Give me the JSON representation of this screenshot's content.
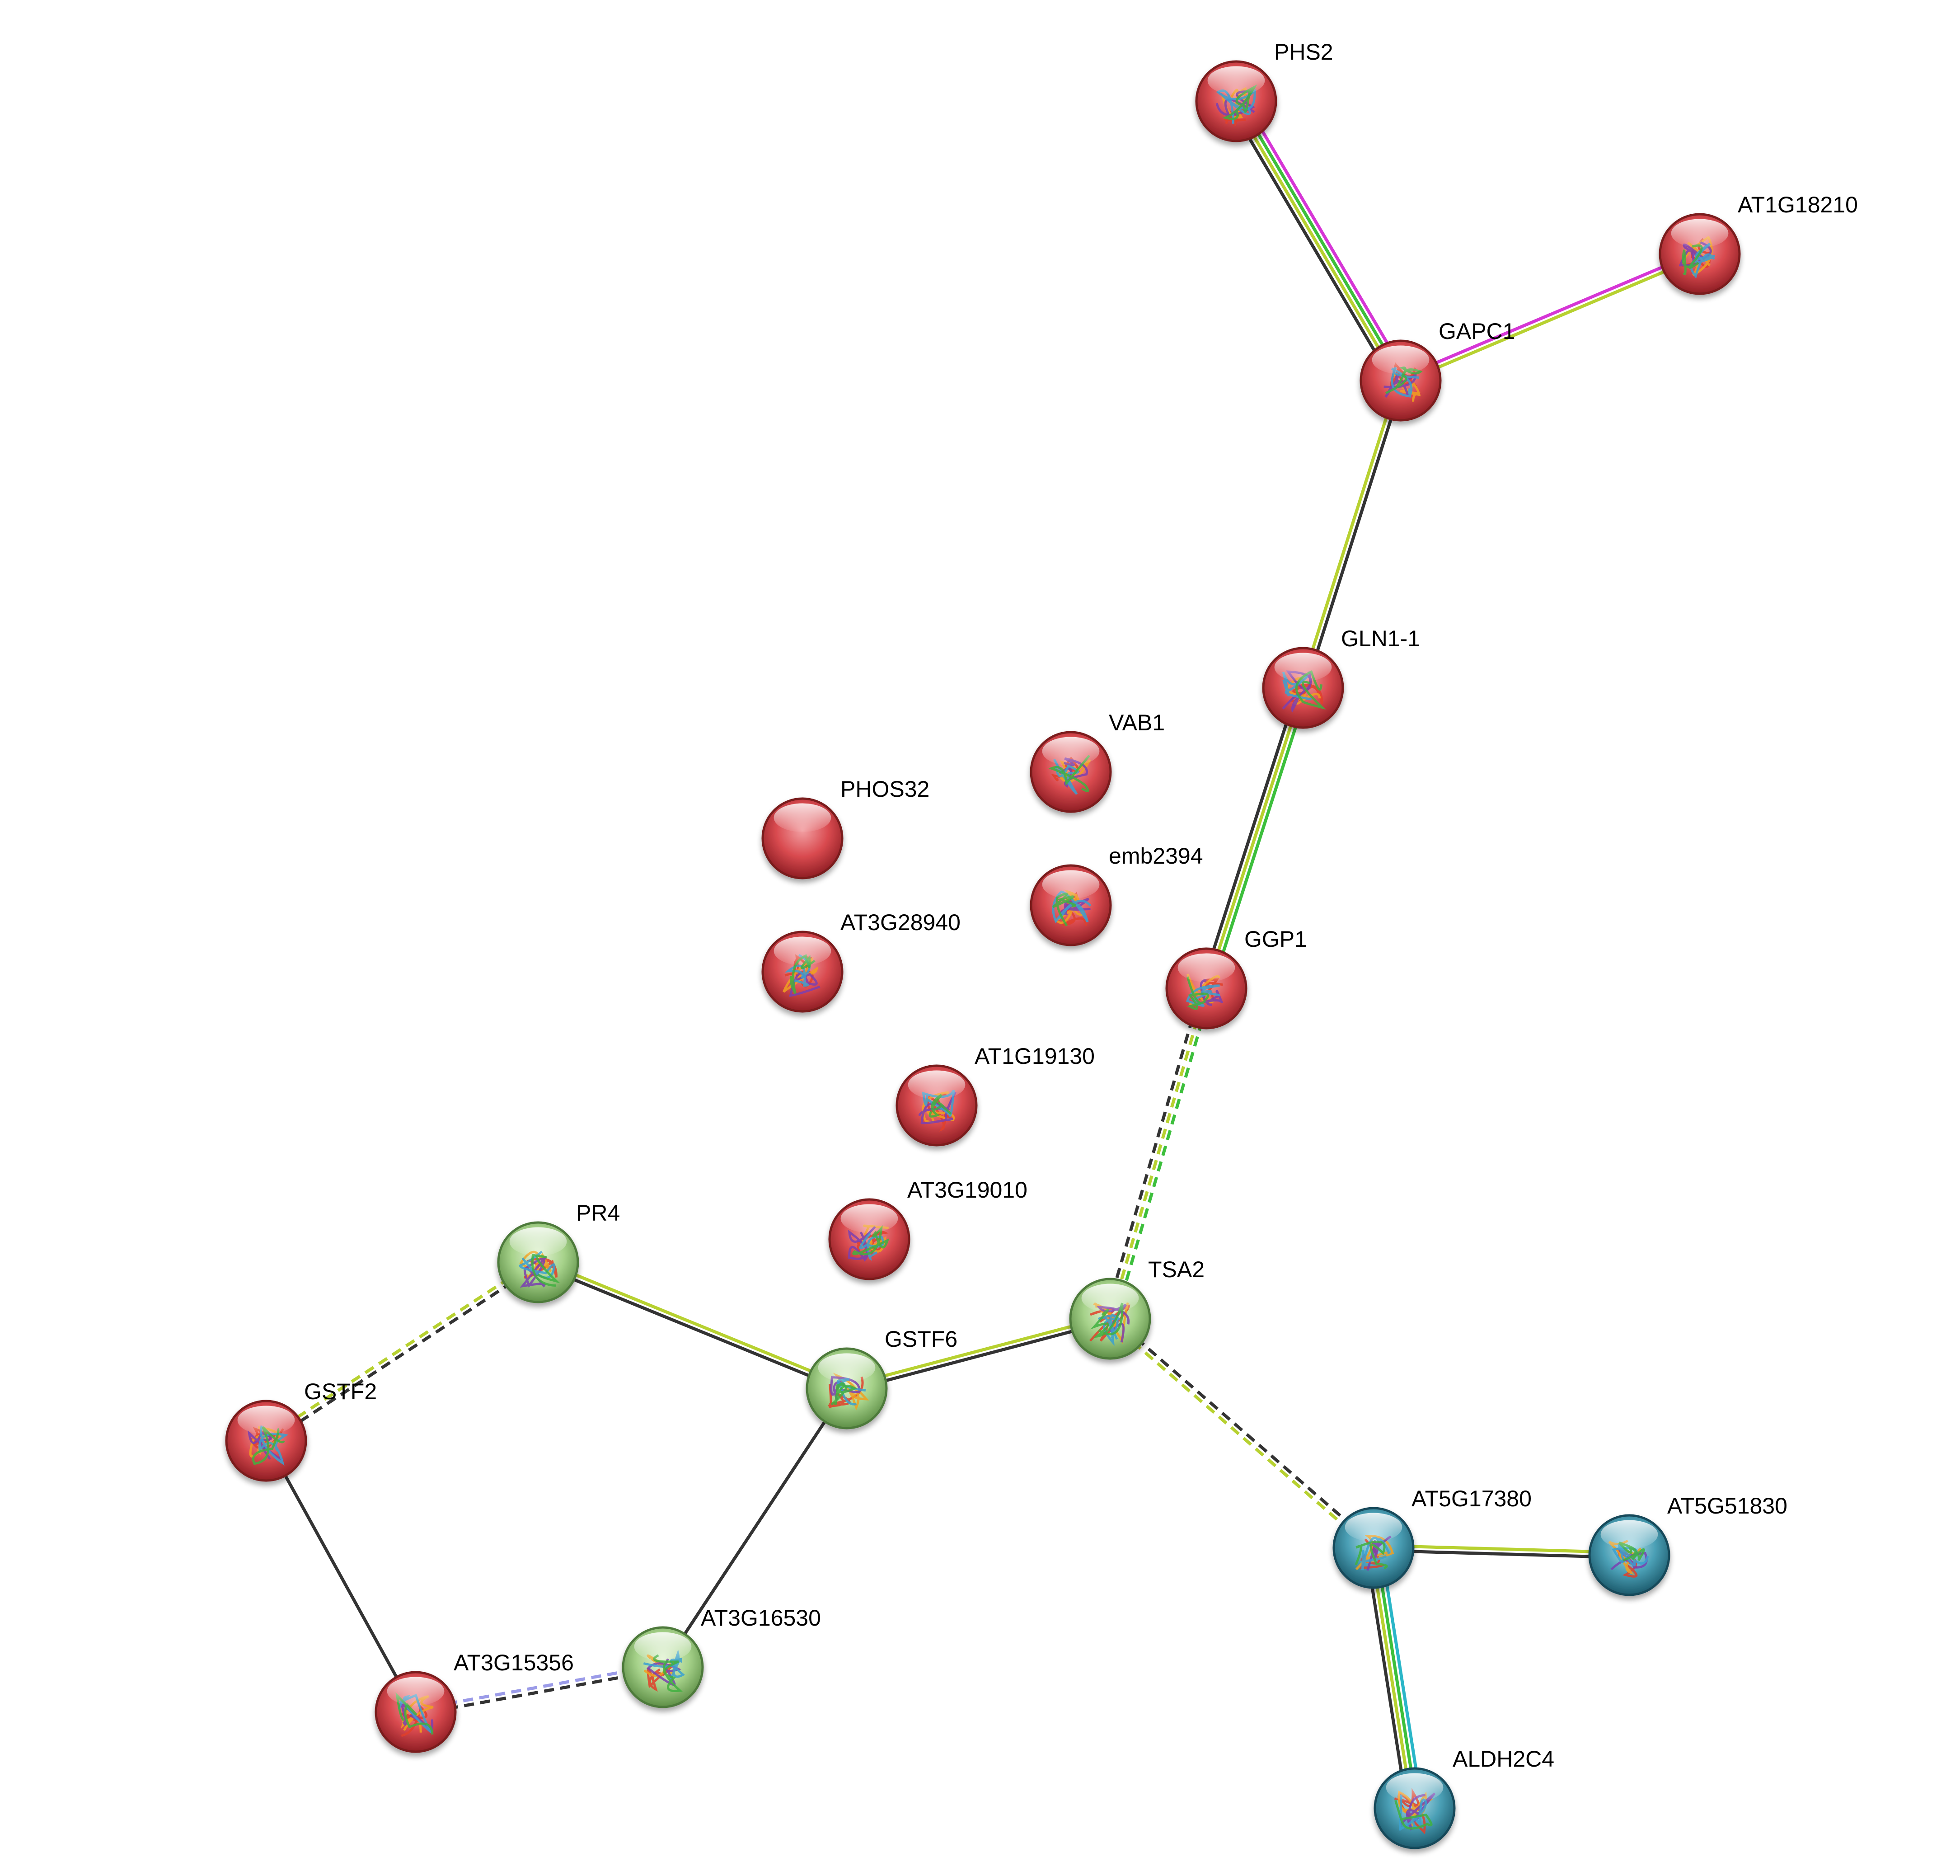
{
  "colors": {
    "red": "#d94a4f",
    "green": "#a6d28a",
    "blue": "#4a9fb5",
    "edge_black": "#333333",
    "edge_lime": "#b7d130",
    "edge_green": "#3cbf3c",
    "edge_magenta": "#d636d6",
    "edge_cyan": "#2ab6c8",
    "edge_lavender": "#9b9be8"
  },
  "nodes": [
    {
      "id": "PHS2",
      "label": "PHS2",
      "color": "red",
      "structure": true
    },
    {
      "id": "AT1G18210",
      "label": "AT1G18210",
      "color": "red",
      "structure": true
    },
    {
      "id": "GAPC1",
      "label": "GAPC1",
      "color": "red",
      "structure": true
    },
    {
      "id": "GLN1-1",
      "label": "GLN1-1",
      "color": "red",
      "structure": true
    },
    {
      "id": "VAB1",
      "label": "VAB1",
      "color": "red",
      "structure": true
    },
    {
      "id": "PHOS32",
      "label": "PHOS32",
      "color": "red",
      "structure": false
    },
    {
      "id": "emb2394",
      "label": "emb2394",
      "color": "red",
      "structure": true
    },
    {
      "id": "AT3G28940",
      "label": "AT3G28940",
      "color": "red",
      "structure": true
    },
    {
      "id": "GGP1",
      "label": "GGP1",
      "color": "red",
      "structure": true
    },
    {
      "id": "AT1G19130",
      "label": "AT1G19130",
      "color": "red",
      "structure": true
    },
    {
      "id": "AT3G19010",
      "label": "AT3G19010",
      "color": "red",
      "structure": true
    },
    {
      "id": "PR4",
      "label": "PR4",
      "color": "green",
      "structure": true
    },
    {
      "id": "TSA2",
      "label": "TSA2",
      "color": "green",
      "structure": true
    },
    {
      "id": "GSTF6",
      "label": "GSTF6",
      "color": "green",
      "structure": true
    },
    {
      "id": "GSTF2",
      "label": "GSTF2",
      "color": "red",
      "structure": true
    },
    {
      "id": "AT5G17380",
      "label": "AT5G17380",
      "color": "blue",
      "structure": true
    },
    {
      "id": "AT5G51830",
      "label": "AT5G51830",
      "color": "blue",
      "structure": true
    },
    {
      "id": "AT3G16530",
      "label": "AT3G16530",
      "color": "green",
      "structure": true
    },
    {
      "id": "AT3G15356",
      "label": "AT3G15356",
      "color": "red",
      "structure": true
    },
    {
      "id": "ALDH2C4",
      "label": "ALDH2C4",
      "color": "blue",
      "structure": true
    }
  ],
  "edges": [
    {
      "source": "PHS2",
      "target": "GAPC1",
      "colors": [
        "edge_magenta",
        "edge_green",
        "edge_lime",
        "edge_black"
      ],
      "dashed": false
    },
    {
      "source": "AT1G18210",
      "target": "GAPC1",
      "colors": [
        "edge_lime",
        "edge_magenta"
      ],
      "dashed": false
    },
    {
      "source": "GAPC1",
      "target": "GLN1-1",
      "colors": [
        "edge_black",
        "edge_lime"
      ],
      "dashed": false
    },
    {
      "source": "GLN1-1",
      "target": "GGP1",
      "colors": [
        "edge_green",
        "edge_lime",
        "edge_black"
      ],
      "dashed": false
    },
    {
      "source": "GGP1",
      "target": "TSA2",
      "colors": [
        "edge_green",
        "edge_lime",
        "edge_black"
      ],
      "dashed": true
    },
    {
      "source": "PR4",
      "target": "GSTF6",
      "colors": [
        "edge_lime",
        "edge_black"
      ],
      "dashed": false
    },
    {
      "source": "GSTF6",
      "target": "TSA2",
      "colors": [
        "edge_lime",
        "edge_black"
      ],
      "dashed": false
    },
    {
      "source": "PR4",
      "target": "GSTF2",
      "colors": [
        "edge_black",
        "edge_lime"
      ],
      "dashed": true
    },
    {
      "source": "GSTF2",
      "target": "AT3G15356",
      "colors": [
        "edge_black"
      ],
      "dashed": false
    },
    {
      "source": "GSTF6",
      "target": "AT3G16530",
      "colors": [
        "edge_black"
      ],
      "dashed": false
    },
    {
      "source": "AT3G15356",
      "target": "AT3G16530",
      "colors": [
        "edge_lavender",
        "edge_black"
      ],
      "dashed": true
    },
    {
      "source": "TSA2",
      "target": "AT5G17380",
      "colors": [
        "edge_black",
        "edge_lime"
      ],
      "dashed": true
    },
    {
      "source": "AT5G17380",
      "target": "AT5G51830",
      "colors": [
        "edge_lime",
        "edge_black"
      ],
      "dashed": false
    },
    {
      "source": "AT5G17380",
      "target": "ALDH2C4",
      "colors": [
        "edge_cyan",
        "edge_green",
        "edge_lime",
        "edge_black"
      ],
      "dashed": false
    }
  ]
}
